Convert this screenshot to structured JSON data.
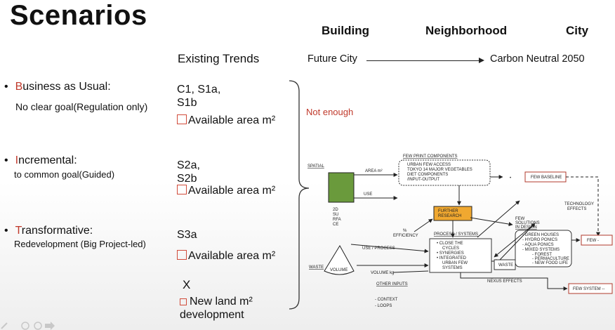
{
  "title": "Scenarios",
  "scales": [
    "Building",
    "Neighborhood",
    "City"
  ],
  "existing_trends_header": "Existing Trends",
  "timeline": {
    "start": "Future City",
    "end": "Carbon Neutral 2050"
  },
  "not_enough": "Not enough",
  "scenarios": [
    {
      "first_letter": "B",
      "rest": "usiness as Usual:",
      "subtitle": "No clear goal(Regulation only)",
      "codes": [
        "C1, S1a,",
        "S1b"
      ],
      "available": "Available area m²"
    },
    {
      "first_letter": "I",
      "rest": "ncremental:",
      "subtitle": "to common goal(Guided)",
      "codes": [
        "S2a,",
        "S2b"
      ],
      "available": "Available area m²"
    },
    {
      "first_letter": "T",
      "rest": "ransformative:",
      "subtitle": "Redevelopment (Big Project-led)",
      "codes": [
        "S3a"
      ],
      "available": "Available area m²"
    }
  ],
  "new_land": {
    "mark": "X",
    "line1": "New land m²",
    "line2": "development"
  },
  "bullet": "•",
  "diagram": {
    "spatial": "SPATIAL",
    "waste": "WASTE",
    "area": "AREA m²",
    "use": "USE",
    "box_2d": [
      "2D",
      "SU",
      "RFA",
      "CE"
    ],
    "few_print_title": "FEW PRINT COMPONENTS",
    "few_print_items": [
      "URBAN FEW ACCESS",
      "TOKYO 14 MAJOR VEGETABLES",
      "DIET COMPONENTS",
      "/INPUT-OUTPUT"
    ],
    "few_baseline": "FEW BASELINE",
    "technology_effects": [
      "TECHNOLOGY",
      "EFFECTS"
    ],
    "further_research": [
      "FURTHER",
      "RESEARCH"
    ],
    "few_solutions_title": [
      "FEW",
      "SOLUTIONS",
      "IN DESIGN"
    ],
    "few_solutions_items": [
      "GREEN HOUSES",
      "HYDRO PONICS",
      "AQUA PONICS",
      "MIXED SYSTEMS"
    ],
    "mixed_sub": [
      "FOREST",
      "PERMACULTURE",
      "NEW FOOD LIFE"
    ],
    "few_minus": "FEW -",
    "efficiency": [
      "%",
      "EFFICIENCY"
    ],
    "use_process": "USE / PROCESS",
    "process_title": "PROCESS / SYSTEMS",
    "process_items": [
      "CLOSE THE",
      "CYCLES",
      "SYNERGIES",
      "INTEGRATED",
      "URBAN FEW",
      "SYSTEMS"
    ],
    "volume": "VOLUME",
    "volume_kg": "VOLUME kg",
    "waste_box": "WASTE",
    "nexus_effects": "NEXUS EFFECTS",
    "few_system": "FEW SYSTEM --",
    "other_inputs": "OTHER INPUTS",
    "other_items": [
      "CONTEXT",
      "LOOPS"
    ]
  }
}
